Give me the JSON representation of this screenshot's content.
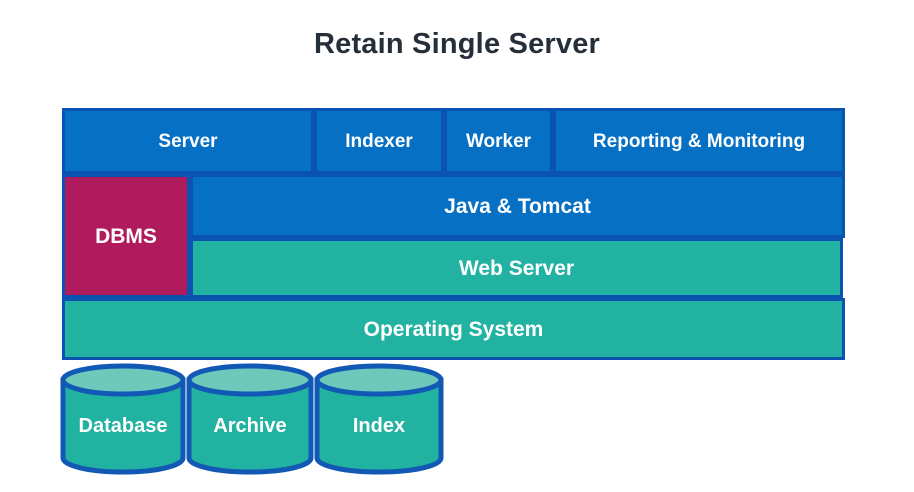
{
  "title": "Retain Single Server",
  "colors": {
    "blue_fill": "#0670c4",
    "teal_fill": "#22b2a2",
    "teal_top": "#6fc9ba",
    "maroon_fill": "#b01b5e",
    "border_blue": "#0b53b0",
    "title_text": "#252f3a",
    "label_text": "#ffffff",
    "background": "#ffffff"
  },
  "layers": {
    "top_row": [
      {
        "label": "Server"
      },
      {
        "label": "Indexer"
      },
      {
        "label": "Worker"
      },
      {
        "label": "Reporting & Monitoring"
      }
    ],
    "dbms": {
      "label": "DBMS"
    },
    "middle_rows": [
      {
        "label": "Java & Tomcat"
      },
      {
        "label": "Web Server"
      }
    ],
    "os_row": {
      "label": "Operating System"
    }
  },
  "storage": [
    {
      "label": "Database"
    },
    {
      "label": "Archive"
    },
    {
      "label": "Index"
    }
  ]
}
